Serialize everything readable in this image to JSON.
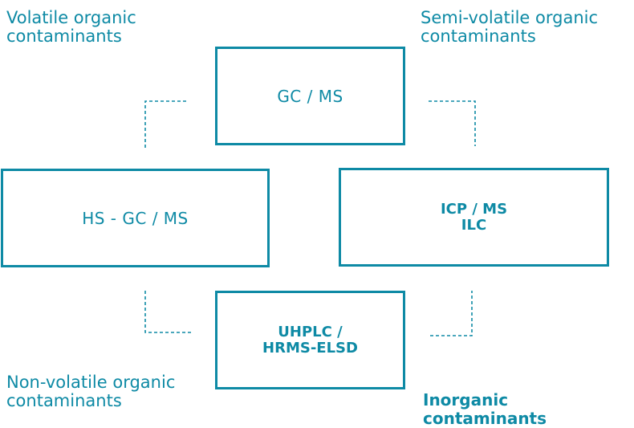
{
  "colors": {
    "accent": "#0e8aa5",
    "background": "#ffffff"
  },
  "labels": {
    "volatile": "Volatile organic\ncontaminants",
    "semi_volatile": "Semi-volatile organic\ncontaminants",
    "non_volatile": "Non-volatile organic\ncontaminants",
    "inorganic": "Inorganic contaminants"
  },
  "boxes": {
    "gc_ms": "GC / MS",
    "hs_gc_ms": "HS - GC / MS",
    "icp_ms": "ICP / MS\nILC",
    "uhplc": "UHPLC /\nHRMS-ELSD"
  }
}
